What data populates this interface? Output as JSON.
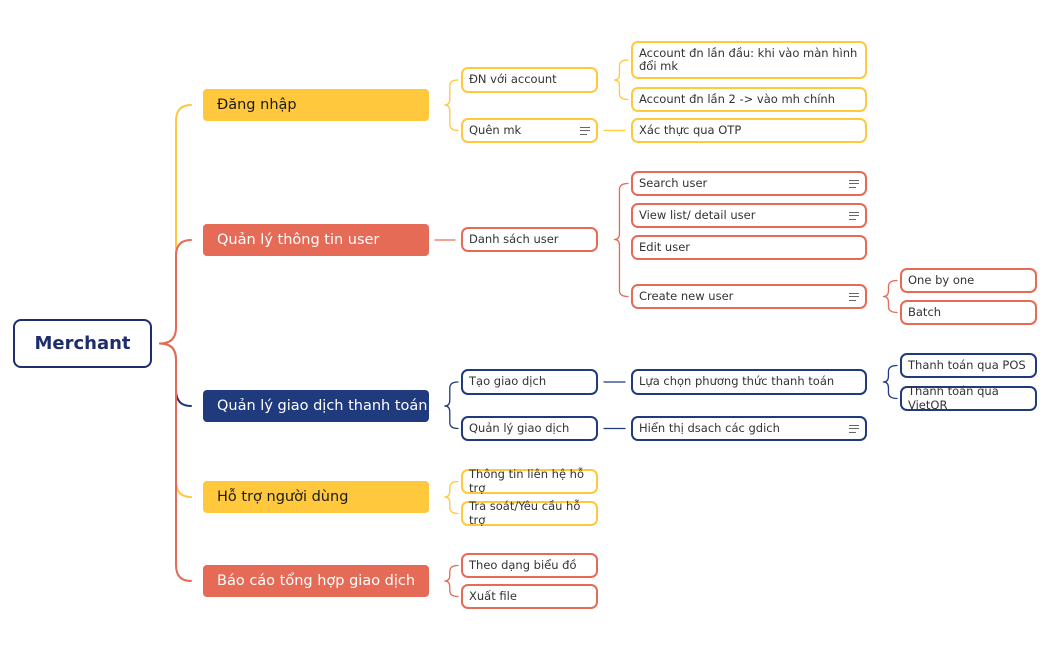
{
  "colors": {
    "root_border": "#1f2d6b",
    "yellow": "#ffc83d",
    "orange": "#e56b57",
    "navy": "#1f3b7e"
  },
  "root": {
    "label": "Merchant"
  },
  "branches": [
    {
      "id": "dang-nhap",
      "label": "Đăng nhập",
      "color": "yellow",
      "children": [
        {
          "id": "dn-voi-account",
          "label": "ĐN với account",
          "children": [
            {
              "id": "account-dn-lan-dau",
              "label": "Account đn lần đầu: khi vào màn hình đổi mk"
            },
            {
              "id": "account-dn-lan-2",
              "label": "Account đn lần 2 -> vào mh chính"
            }
          ]
        },
        {
          "id": "quen-mk",
          "label": "Quên mk",
          "notes": true,
          "children": [
            {
              "id": "xac-thuc-otp",
              "label": "Xác thực qua OTP"
            }
          ]
        }
      ]
    },
    {
      "id": "quan-ly-thong-tin-user",
      "label": "Quản lý thông tin user",
      "color": "orange",
      "children": [
        {
          "id": "danh-sach-user",
          "label": "Danh sách user",
          "children": [
            {
              "id": "search-user",
              "label": "Search user",
              "notes": true
            },
            {
              "id": "view-list-detail-user",
              "label": "View list/ detail user",
              "notes": true
            },
            {
              "id": "edit-user",
              "label": "Edit user"
            },
            {
              "id": "create-new-user",
              "label": "Create new user",
              "notes": true,
              "children": [
                {
                  "id": "one-by-one",
                  "label": "One by one"
                },
                {
                  "id": "batch",
                  "label": "Batch"
                }
              ]
            }
          ]
        }
      ]
    },
    {
      "id": "quan-ly-giao-dich",
      "label": "Quản lý giao dịch thanh toán",
      "color": "navy",
      "children": [
        {
          "id": "tao-giao-dich",
          "label": "Tạo giao dịch",
          "children": [
            {
              "id": "lua-chon-phuong-thuc",
              "label": "Lựa chọn phương thức thanh toán",
              "children": [
                {
                  "id": "thanh-toan-pos",
                  "label": "Thanh toán qua  POS"
                },
                {
                  "id": "thanh-toan-vietqr",
                  "label": "Thanh toán qua VietQR"
                }
              ]
            }
          ]
        },
        {
          "id": "quan-ly-giao-dich-sub",
          "label": "Quản lý giao dịch",
          "children": [
            {
              "id": "hien-thi-dsach",
              "label": "Hiển thị dsach các gdich",
              "notes": true
            }
          ]
        }
      ]
    },
    {
      "id": "ho-tro-nguoi-dung",
      "label": "Hỗ trợ người dùng",
      "color": "yellow",
      "children": [
        {
          "id": "thong-tin-lien-he",
          "label": "Thông tin liên hệ hỗ trợ"
        },
        {
          "id": "tra-soat",
          "label": "Tra soát/Yêu cầu hỗ trợ"
        }
      ]
    },
    {
      "id": "bao-cao-tong-hop",
      "label": "Báo cáo tổng hợp giao dịch",
      "color": "orange",
      "children": [
        {
          "id": "theo-dang-bieu-do",
          "label": "Theo dạng biểu đồ"
        },
        {
          "id": "xuat-file",
          "label": "Xuất file"
        }
      ]
    }
  ]
}
